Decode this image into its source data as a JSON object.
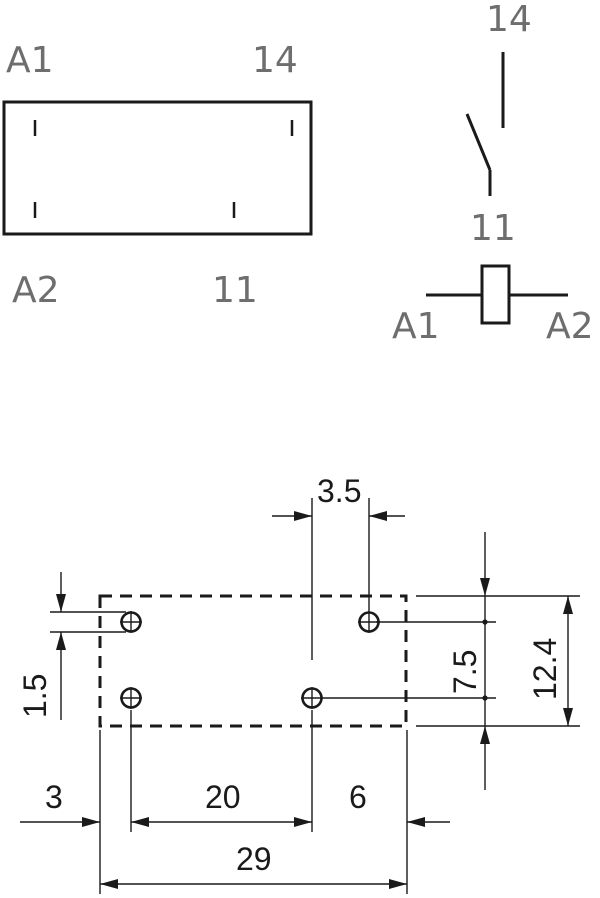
{
  "relay_top_view": {
    "terminal_a1": "A1",
    "terminal_14": "14",
    "terminal_a2": "A2",
    "terminal_11": "11"
  },
  "schematic": {
    "contact_14": "14",
    "contact_11": "11",
    "coil_a1": "A1",
    "coil_a2": "A2"
  },
  "footprint": {
    "dim_pin_offset_top": "3.5",
    "dim_pin_offset_left": "1.5",
    "dim_pin_spacing_vertical": "7.5",
    "dim_height": "12.4",
    "dim_left_margin": "3",
    "dim_pin_spacing_horizontal": "20",
    "dim_right_margin": "6",
    "dim_width": "29"
  }
}
